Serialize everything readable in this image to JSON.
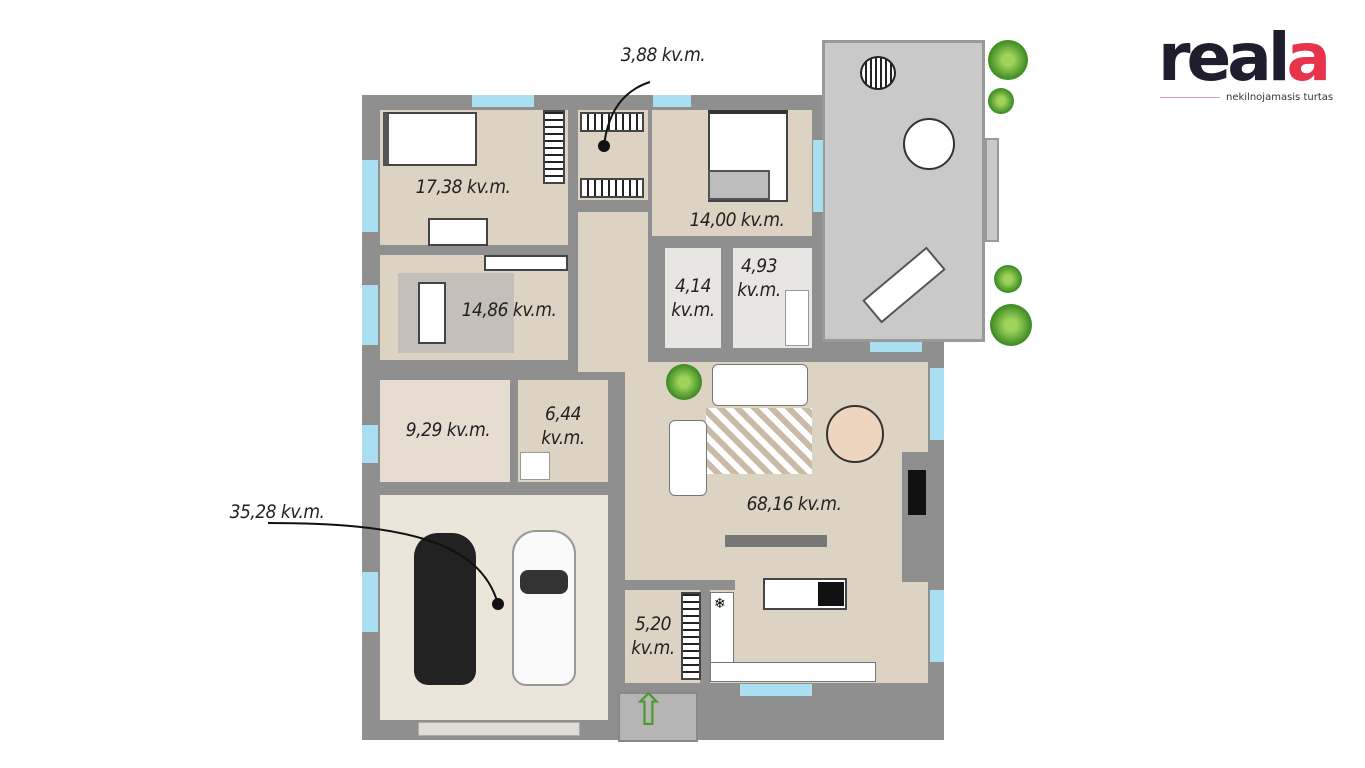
{
  "logo": {
    "brand_main": "real",
    "brand_accent": "a",
    "tagline": "nekilnojamasis turtas",
    "accent_color": "#e8344a"
  },
  "rooms": {
    "bedroom1": "17,38 kv.m.",
    "closet": "3,88 kv.m.",
    "bedroom2": "14,00 kv.m.",
    "office": "14,86 kv.m.",
    "wc_num": "4,14",
    "wc_unit": "kv.m.",
    "bath1_num": "4,93",
    "bath1_unit": "kv.m.",
    "room": "9,29 kv.m.",
    "bath2_num": "6,44",
    "bath2_unit": "kv.m.",
    "garage": "35,28 kv.m.",
    "living": "68,16 kv.m.",
    "hall_num": "5,20",
    "hall_unit": "kv.m."
  }
}
